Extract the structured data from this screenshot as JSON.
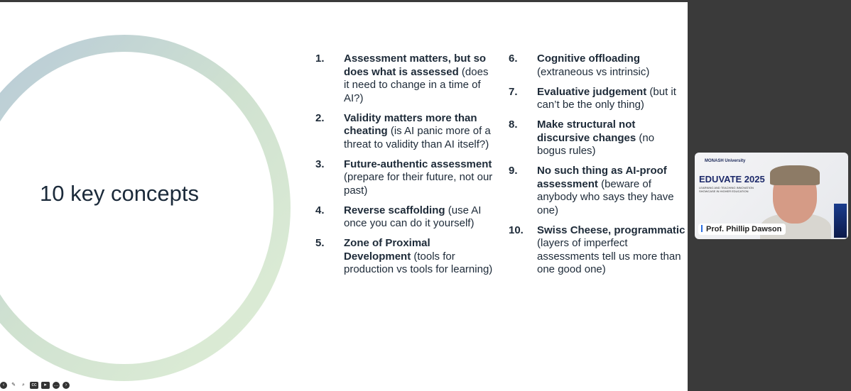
{
  "slide": {
    "title": "10 key concepts",
    "items": [
      {
        "num": "1.",
        "bold": "Assessment matters, but so does what is assessed",
        "rest": " (does it need to change in a time of AI?)"
      },
      {
        "num": "2.",
        "bold": "Validity matters more than cheating",
        "rest": " (is AI panic more of a threat to validity than AI itself?)"
      },
      {
        "num": "3.",
        "bold": "Future-authentic assessment",
        "rest": " (prepare for their future, not our past)"
      },
      {
        "num": "4.",
        "bold": "Reverse scaffolding",
        "rest": " (use AI once you can do it yourself)"
      },
      {
        "num": "5.",
        "bold": "Zone of Proximal Development",
        "rest": " (tools for production vs tools for learning)"
      },
      {
        "num": "6.",
        "bold": "Cognitive offloading",
        "rest": " (extraneous vs intrinsic)"
      },
      {
        "num": "7.",
        "bold": "Evaluative judgement",
        "rest": " (but it can’t be the only thing)"
      },
      {
        "num": "8.",
        "bold": "Make structural not discursive changes",
        "rest": " (no bogus rules)"
      },
      {
        "num": "9.",
        "bold": "No such thing as AI-proof assessment",
        "rest": " (beware of anybody who says they have one)"
      },
      {
        "num": "10.",
        "bold": "Swiss Cheese, programmatic",
        "rest": " (layers of imperfect assessments tell us more than one good one)"
      }
    ]
  },
  "toolbar": [
    "previous-icon",
    "pen-icon",
    "zoom-icon",
    "captions-icon",
    "video-icon",
    "more-icon",
    "next-icon"
  ],
  "camera": {
    "logo": "MONASH University",
    "event": "EDUVATE 2025",
    "subtitle": "LEARNING AND TEACHING INNOVATION SHOWCASE IN HIGHER EDUCATION",
    "name": "Prof. Phillip Dawson"
  }
}
